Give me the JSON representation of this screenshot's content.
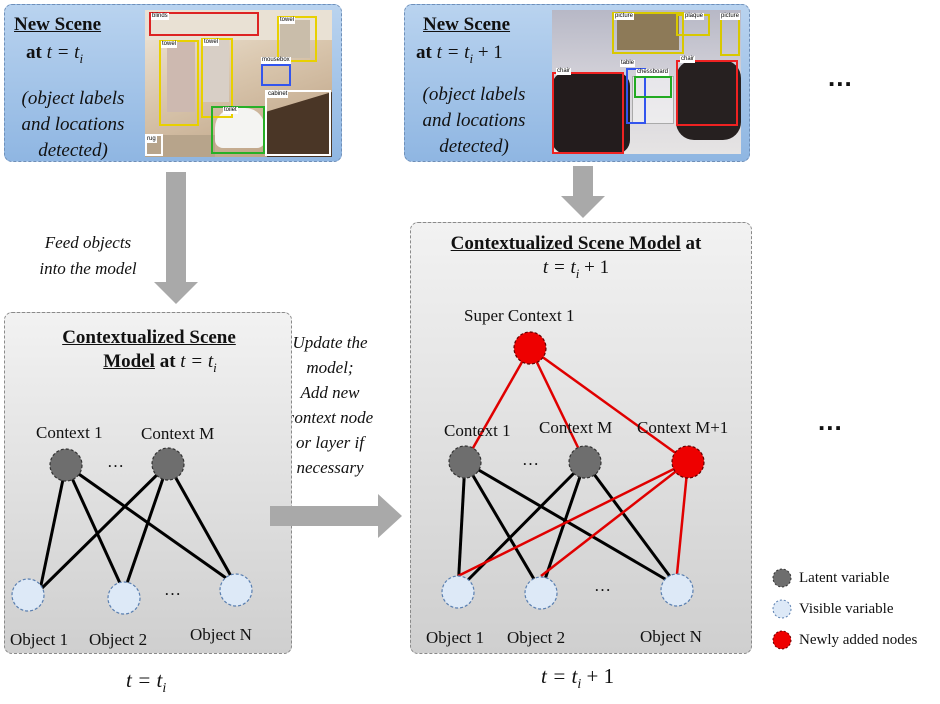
{
  "scene1": {
    "title": "New Scene",
    "time_prefix": "at",
    "time_expr": "t = t",
    "time_sub": "i",
    "note_lines": [
      "(object labels",
      "and locations",
      "detected)"
    ],
    "photo_tags": [
      "blinds",
      "towel",
      "towel",
      "towel",
      "toilet",
      "mousebox",
      "cabinet",
      "rug"
    ]
  },
  "scene2": {
    "title": "New Scene",
    "time_prefix": "at",
    "time_expr": "t = t",
    "time_sub": "i",
    "time_suffix": " + 1",
    "note_lines": [
      "(object labels",
      "and locations",
      "detected)"
    ],
    "photo_tags": [
      "picture",
      "plaque",
      "picture",
      "chair",
      "table",
      "chessboard",
      "chair"
    ]
  },
  "top_ellipsis": "...",
  "mid_ellipsis": "...",
  "feed_label_lines": [
    "Feed objects",
    "into the model"
  ],
  "update_label_lines": [
    "Update the",
    "model;",
    "Add new",
    "context node",
    "or layer if",
    "necessary"
  ],
  "model1": {
    "title_line1": "Contextualized Scene",
    "title_line2": "Model",
    "time_prefix": "at",
    "time_expr": "t = t",
    "time_sub": "i",
    "nodes": {
      "context_1": "Context 1",
      "context_m": "Context M",
      "object_1": "Object 1",
      "object_2": "Object 2",
      "object_n": "Object N"
    },
    "ctx_dots": "…",
    "obj_dots": "…",
    "caption_expr": "t = t",
    "caption_sub": "i"
  },
  "model2": {
    "title": "Contextualized Scene Model",
    "time_prefix": "at",
    "time_expr": "t = t",
    "time_sub": "i",
    "time_suffix": " + 1",
    "nodes": {
      "super_context_1": "Super Context 1",
      "context_1": "Context 1",
      "context_m": "Context M",
      "context_m1": "Context M+1",
      "object_1": "Object 1",
      "object_2": "Object 2",
      "object_n": "Object N"
    },
    "ctx_dots": "…",
    "obj_dots": "…",
    "caption_expr": "t = t",
    "caption_sub": "i",
    "caption_suffix": " + 1"
  },
  "legend": {
    "latent": "Latent variable",
    "visible": "Visible variable",
    "new": "Newly added nodes"
  },
  "colors": {
    "latent": "#6e6e6e",
    "visible": "#dde9f7",
    "new": "#ee0000",
    "edge": "#000000",
    "new_edge": "#e00000",
    "arrow": "#a9a9a9",
    "scene_bg": "#a8c8ec",
    "model_bg": "#dedede"
  }
}
